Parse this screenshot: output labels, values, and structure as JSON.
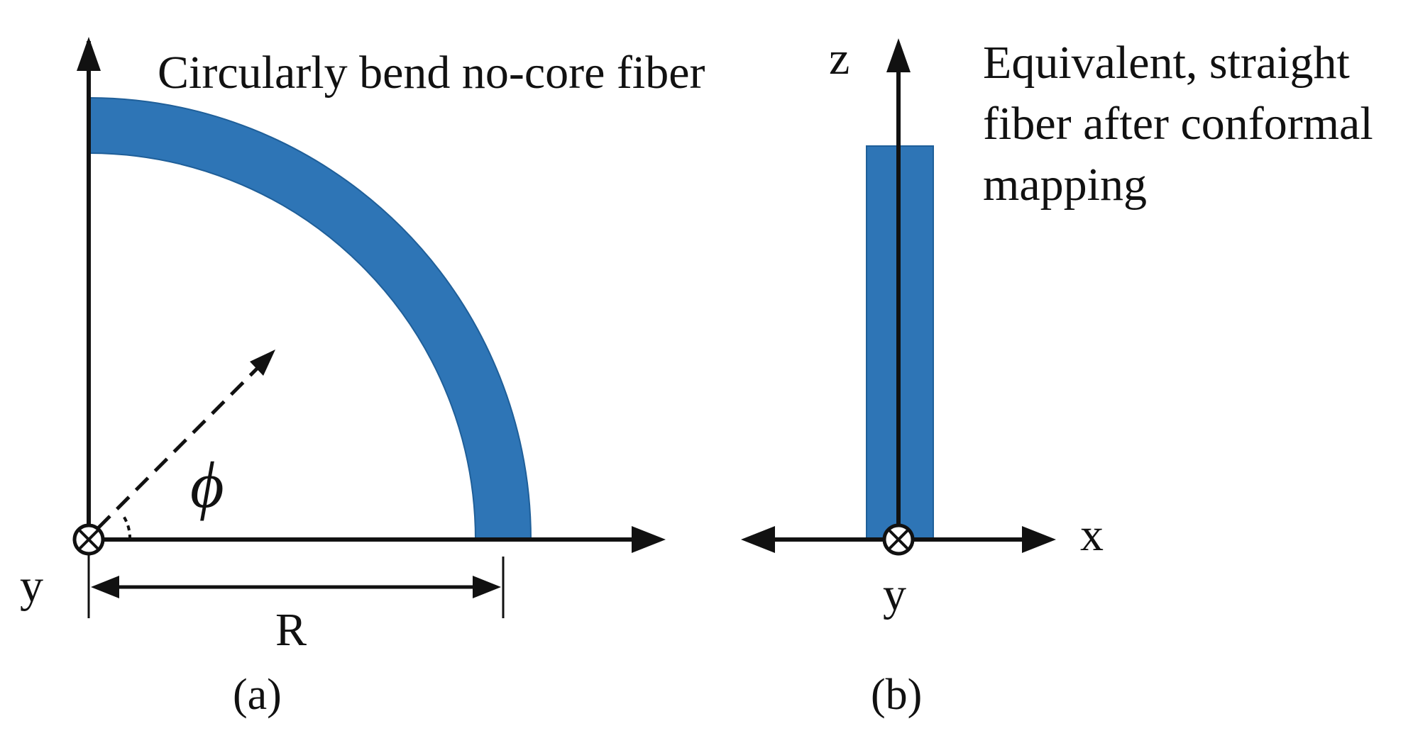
{
  "colors": {
    "fiber": "#2e75b6",
    "fiber_edge": "#1f5f99",
    "ink": "#111111"
  },
  "panel_a": {
    "title": "Circularly bend no-core fiber",
    "y_label": "y",
    "radius_label": "R",
    "angle_label": "ϕ",
    "panel_label": "(a)",
    "origin_symbol_icon": "circle-cross-icon"
  },
  "panel_b": {
    "title_lines": [
      "Equivalent, straight",
      "fiber after conformal",
      "mapping"
    ],
    "z_label": "z",
    "x_label": "x",
    "y_label": "y",
    "panel_label": "(b)",
    "origin_symbol_icon": "circle-cross-icon"
  }
}
